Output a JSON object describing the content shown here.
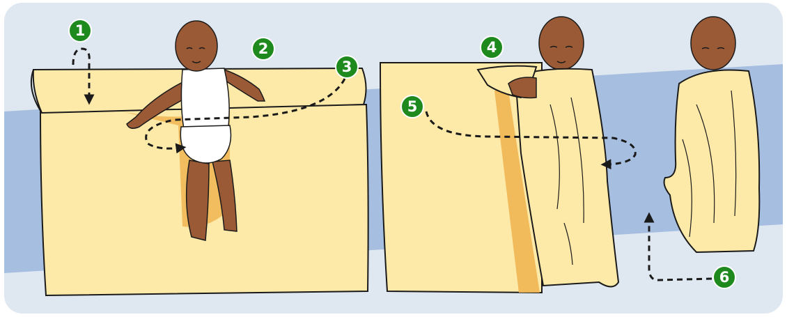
{
  "colors": {
    "background": "#dfe7f0",
    "band": "#a6bfe0",
    "blanket": "#fde9a8",
    "blanket_shadow": "#f0b552",
    "skin": "#9a5a36",
    "skin_dark": "#5e3118",
    "diaper": "#ffffff",
    "outline": "#1a1a1a",
    "step_badge": "#1e8a1e"
  },
  "steps": [
    {
      "label": "1"
    },
    {
      "label": "2"
    },
    {
      "label": "3"
    },
    {
      "label": "4"
    },
    {
      "label": "5"
    },
    {
      "label": "6"
    }
  ]
}
